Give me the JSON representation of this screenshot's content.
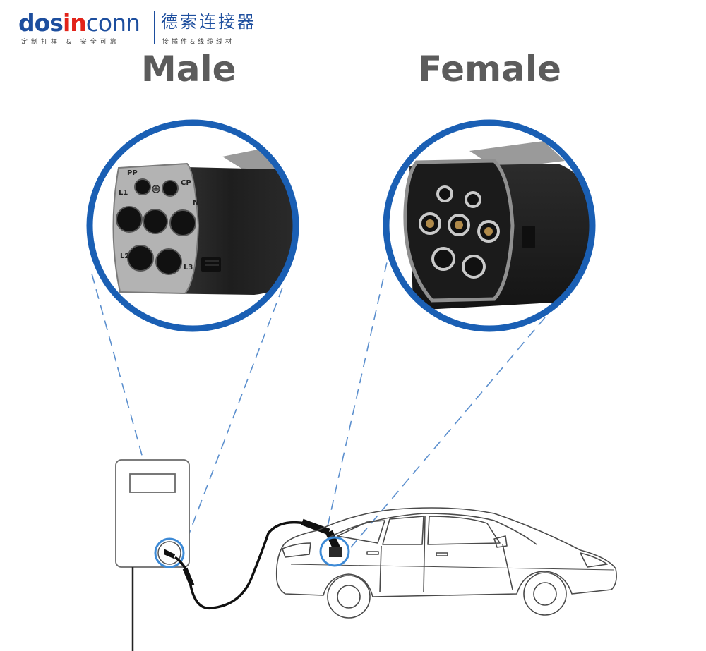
{
  "brand": {
    "name_part1": "dos",
    "name_part2": "in",
    "name_part3": "conn",
    "tagline": "定制打样 & 安全可靠",
    "chinese_name": "德索连接器",
    "chinese_tagline": "接插件&线缆线材",
    "color_blue": "#1d4e9e",
    "color_red": "#e2231a"
  },
  "headings": {
    "male": "Male",
    "female": "Female"
  },
  "male_pin_labels": {
    "pp": "PP",
    "cp": "CP",
    "l1": "L1",
    "n": "N",
    "l2": "L2",
    "l3": "L3"
  },
  "colors": {
    "circle_ring": "#1a5fb4",
    "dash": "#5b8fce",
    "connector_black": "#1c1c1c",
    "heading_gray": "#5c5c5c"
  },
  "icons": {
    "ground": "earth-ground-icon"
  }
}
